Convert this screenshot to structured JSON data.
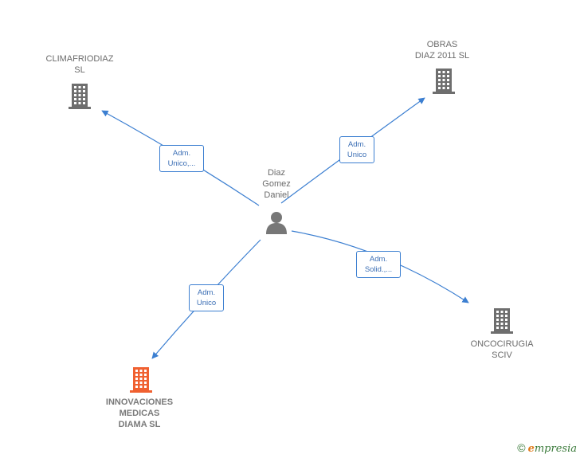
{
  "diagram": {
    "center": {
      "name": "Diaz\nGomez\nDaniel",
      "icon": "person-icon"
    },
    "companies": [
      {
        "id": "climafriodiaz",
        "name": "CLIMAFRIODIAZ\nSL",
        "icon": "building-icon",
        "color": "#6e6e6e"
      },
      {
        "id": "obras",
        "name": "OBRAS\nDIAZ 2011 SL",
        "icon": "building-icon",
        "color": "#6e6e6e"
      },
      {
        "id": "oncocirugia",
        "name": "ONCOCIRUGIA\nSCIV",
        "icon": "building-icon",
        "color": "#6e6e6e"
      },
      {
        "id": "innovaciones",
        "name": "INNOVACIONES\nMEDICAS\nDIAMA SL",
        "icon": "building-icon",
        "color": "#f06030"
      }
    ],
    "relations": [
      {
        "to": "climafriodiaz",
        "label": "Adm.\nUnico,..."
      },
      {
        "to": "obras",
        "label": "Adm.\nUnico"
      },
      {
        "to": "oncocirugia",
        "label": "Adm.\nSolid.,..."
      },
      {
        "to": "innovaciones",
        "label": "Adm.\nUnico"
      }
    ],
    "edge_color": "#3c7fd1"
  },
  "footer": {
    "copyright": "©",
    "brand_initial": "e",
    "brand_rest": "mpresia"
  }
}
